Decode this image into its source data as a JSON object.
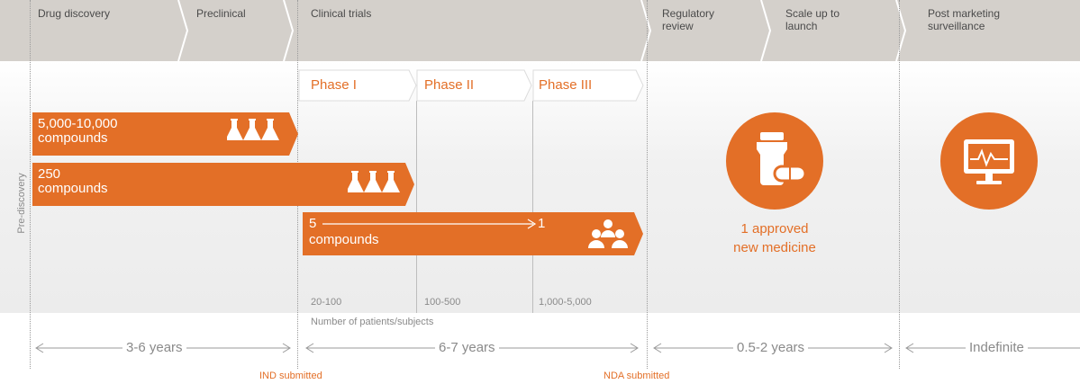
{
  "stages": [
    {
      "label": "Drug discovery"
    },
    {
      "label": "Preclinical"
    },
    {
      "label": "Clinical trials"
    },
    {
      "label": "Regulatory\nreview"
    },
    {
      "label": "Scale up to\nlaunch"
    },
    {
      "label": "Post marketing\nsurveillance"
    }
  ],
  "pre_discovery": "Pre-discovery",
  "phases": [
    {
      "label": "Phase I",
      "patients": "20-100"
    },
    {
      "label": "Phase II",
      "patients": "100-500"
    },
    {
      "label": "Phase III",
      "patients": "1,000-5,000"
    }
  ],
  "patients_caption": "Number of patients/subjects",
  "bars": [
    {
      "line1": "5,000-10,000",
      "line2": "compounds"
    },
    {
      "line1": "250",
      "line2": "compounds"
    },
    {
      "line1": "5",
      "line1_end": "1",
      "line2": "compounds"
    }
  ],
  "outcome": {
    "line1": "1 approved",
    "line2": "new medicine"
  },
  "durations": [
    {
      "label": "3-6 years"
    },
    {
      "label": "6-7 years"
    },
    {
      "label": "0.5-2 years"
    },
    {
      "label": "Indefinite"
    }
  ],
  "milestones": [
    {
      "label": "IND submitted"
    },
    {
      "label": "NDA submitted"
    }
  ],
  "colors": {
    "accent": "#e36f27",
    "stage_bar": "#d4d0cb",
    "text_grey": "#8a8a8a"
  },
  "icons": [
    "flask-icon",
    "patients-icon",
    "medicine-bottle-icon",
    "monitor-heartbeat-icon"
  ]
}
